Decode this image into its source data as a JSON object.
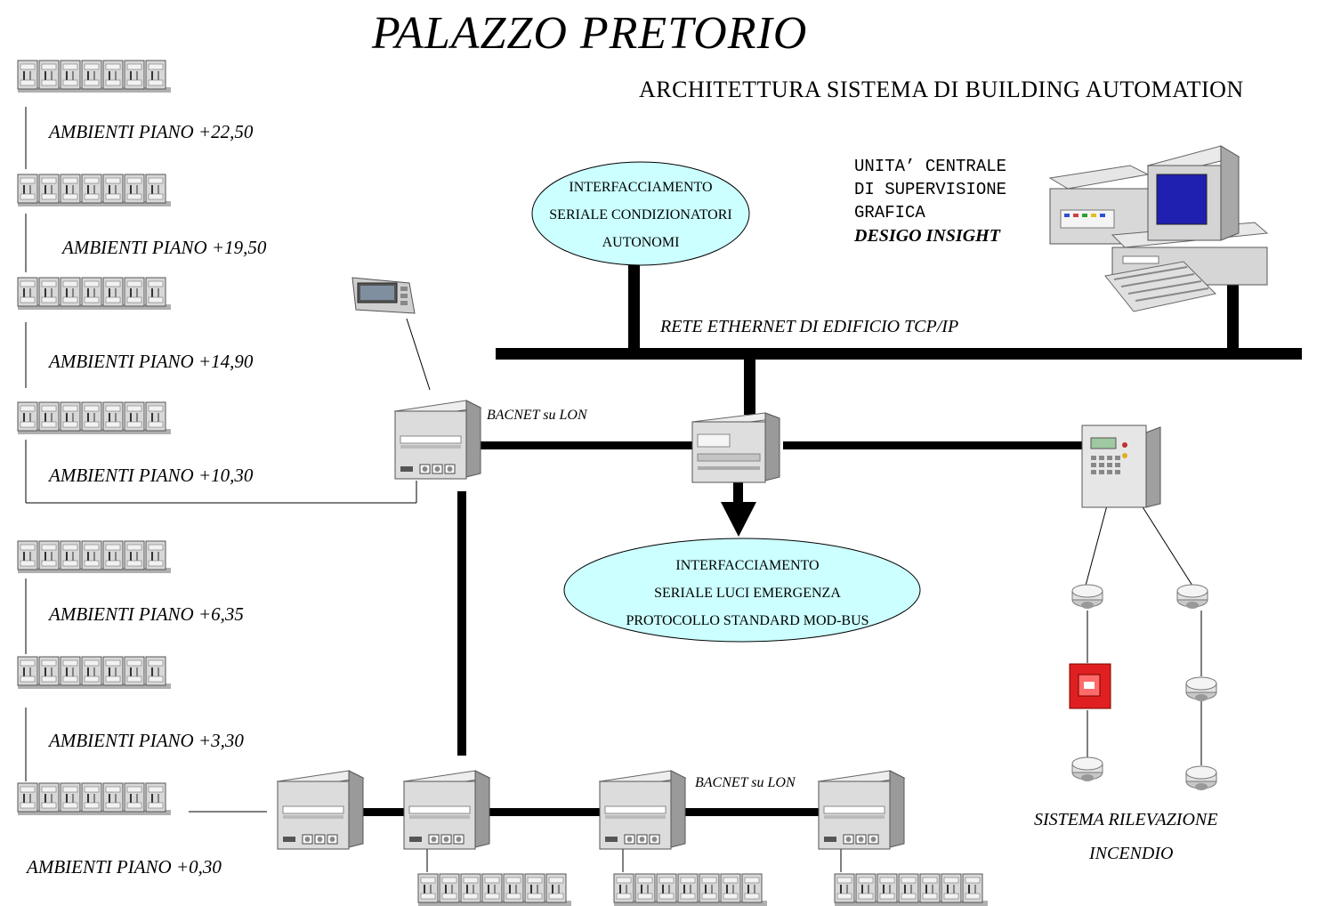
{
  "title": "PALAZZO PRETORIO",
  "subtitle": "ARCHITETTURA SISTEMA DI BUILDING AUTOMATION",
  "floors": [
    "AMBIENTI PIANO +22,50",
    "AMBIENTI PIANO +19,50",
    "AMBIENTI PIANO +14,90",
    "AMBIENTI PIANO +10,30",
    "AMBIENTI PIANO +6,35",
    "AMBIENTI PIANO +3,30",
    "AMBIENTI PIANO +0,30"
  ],
  "supervision": {
    "line1": "UNITA’ CENTRALE",
    "line2": "DI SUPERVISIONE",
    "line3": "GRAFICA",
    "line4": "DESIGO INSIGHT"
  },
  "interface_hvac": {
    "line1": "INTERFACCIAMENTO",
    "line2": "SERIALE CONDIZIONATORI",
    "line3": "AUTONOMI"
  },
  "interface_lights": {
    "line1": "INTERFACCIAMENTO",
    "line2": "SERIALE LUCI EMERGENZA",
    "line3": "PROTOCOLLO STANDARD MOD-BUS"
  },
  "ethernet_label": "RETE ETHERNET DI EDIFICIO TCP/IP",
  "bacnet_label_1": "BACNET su LON",
  "bacnet_label_2": "BACNET su LON",
  "fire_system": {
    "line1": "SISTEMA RILEVAZIONE",
    "line2": "INCENDIO"
  },
  "colors": {
    "ellipse_fill": "#ccffff",
    "module_fill": "#d8d8d8",
    "alarm_red": "#e02020",
    "screen_blue": "#1f1fb0"
  }
}
